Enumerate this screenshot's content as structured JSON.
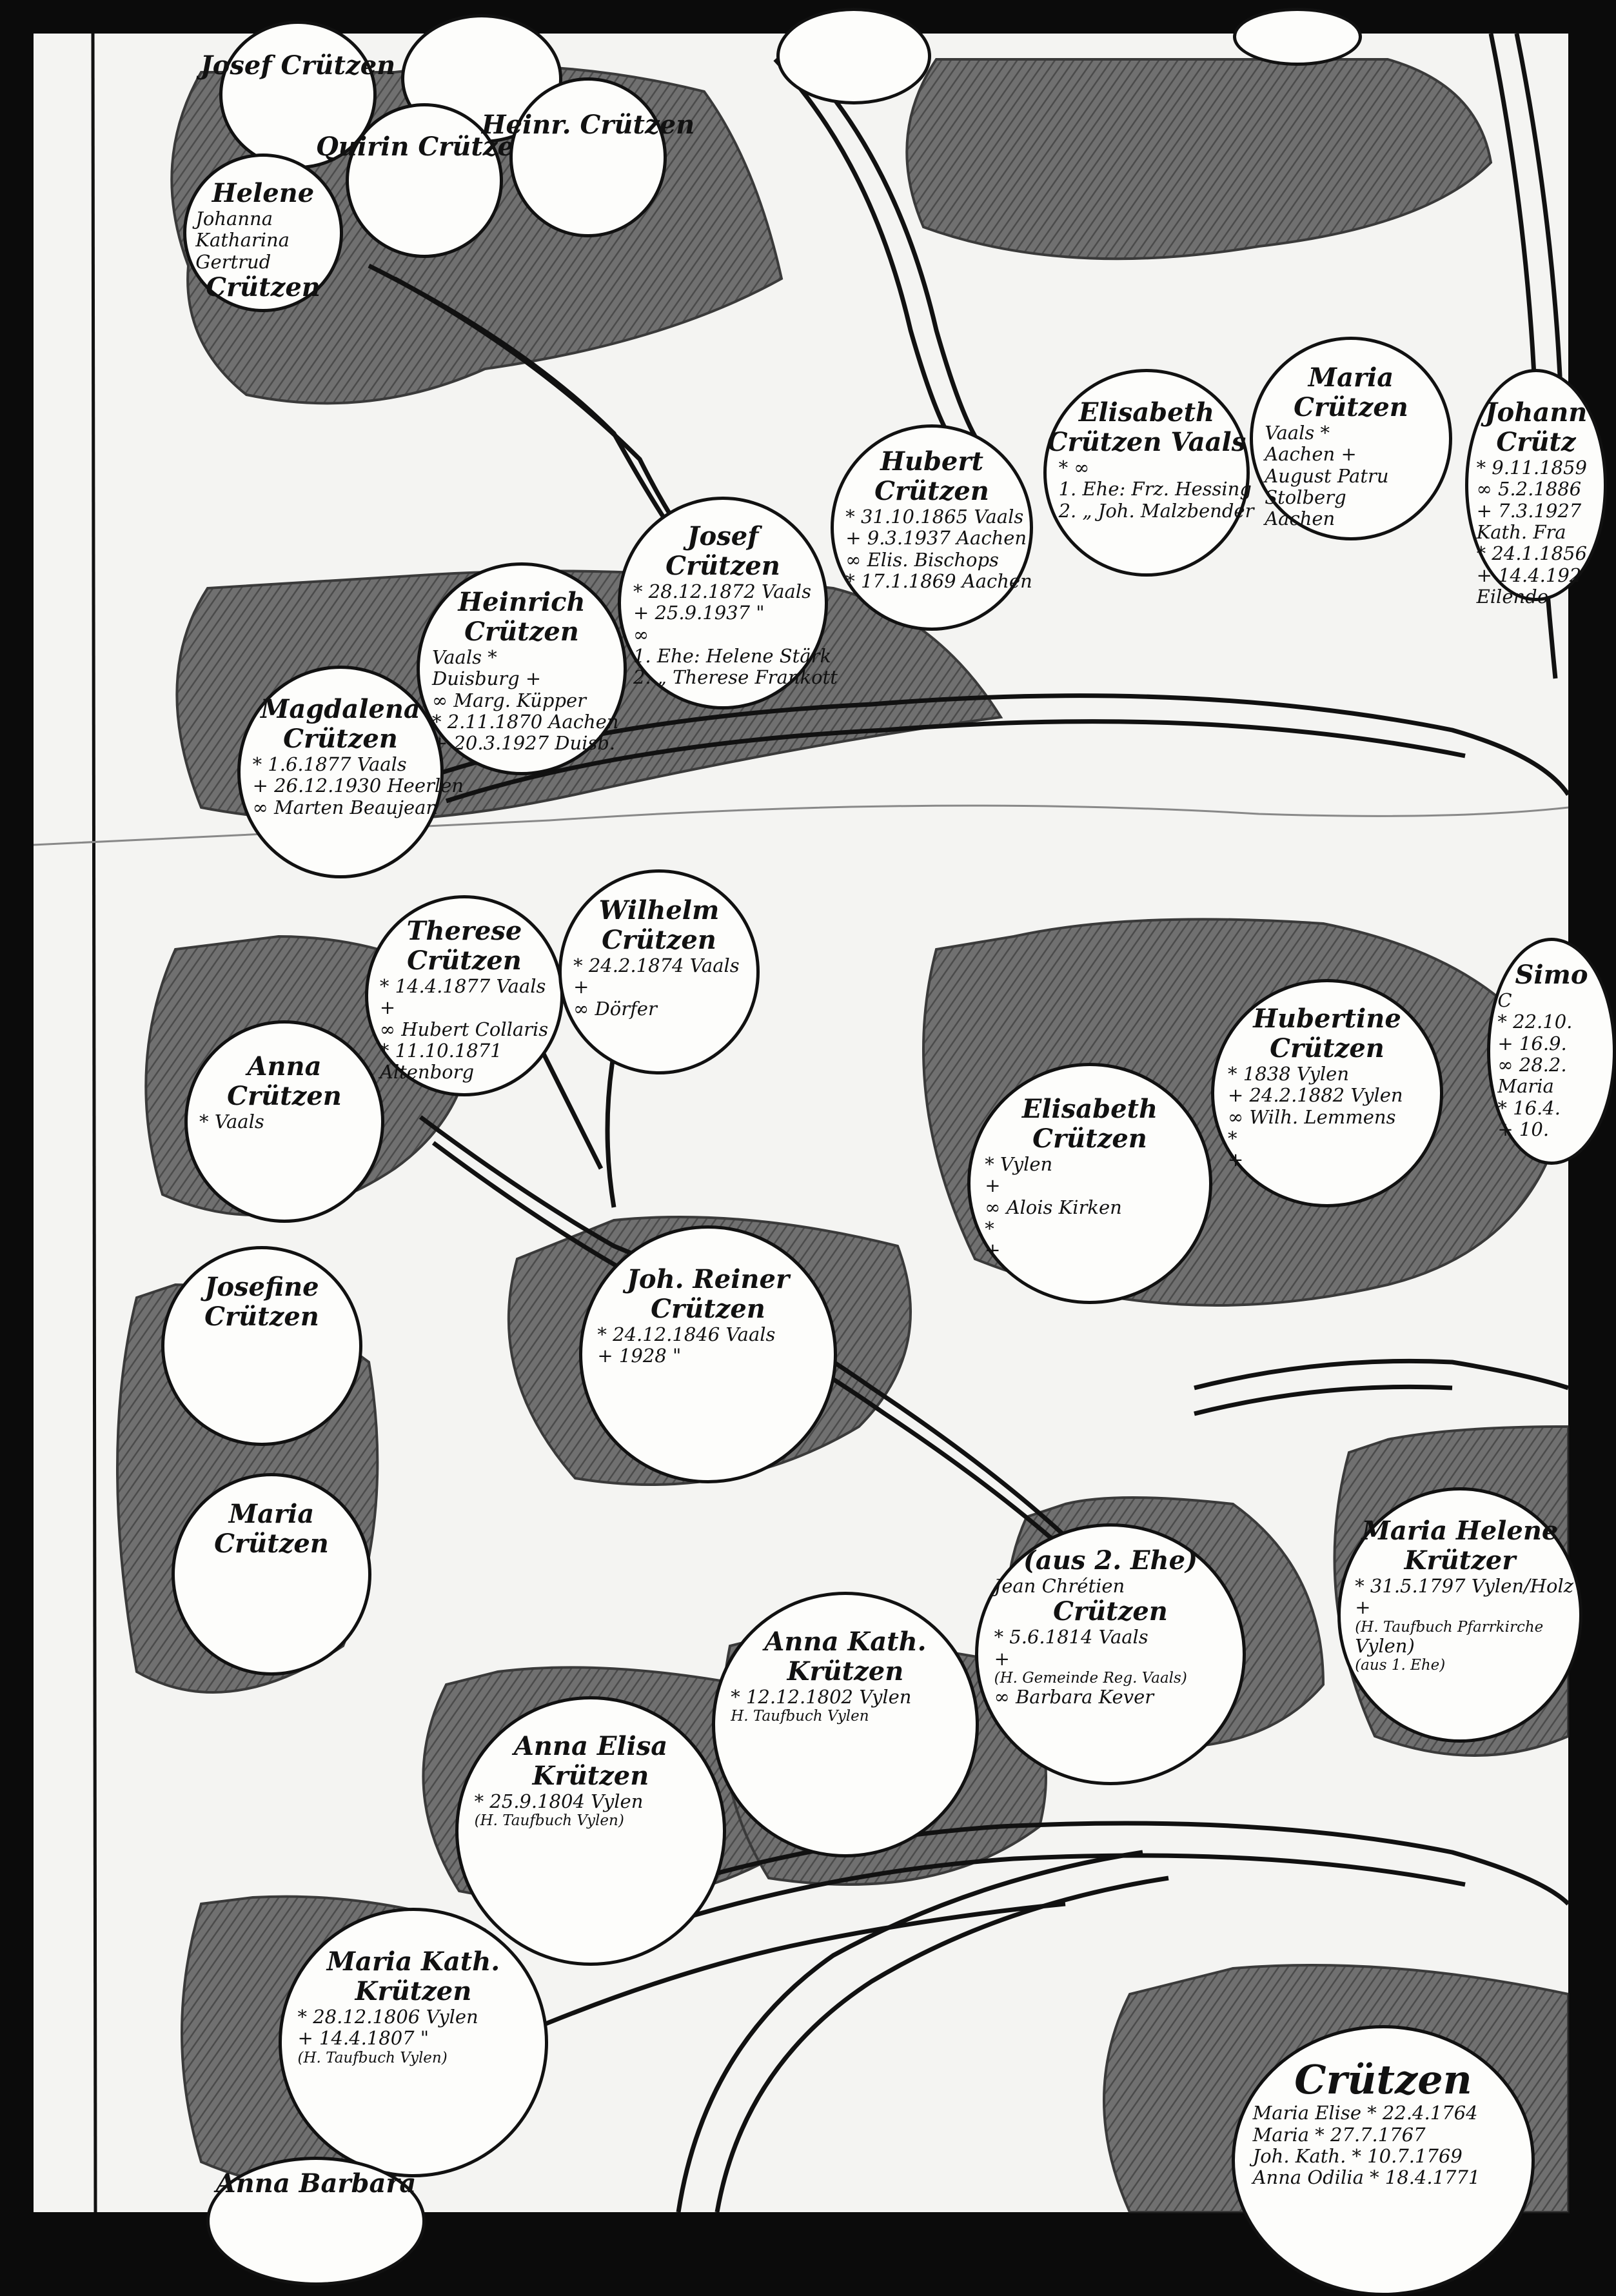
{
  "colors": {
    "background": "#0b0b0b",
    "paper": "#f4f4f2",
    "ink": "#111111",
    "foliage": "#4a4a4a",
    "foliage_dark": "#2b2b2b"
  },
  "nodes": [
    {
      "id": "josef-1",
      "lines": [
        "Josef Crützen"
      ]
    },
    {
      "id": "empty-top-a",
      "lines": []
    },
    {
      "id": "quirin",
      "lines": [
        "Quirin Crützen"
      ]
    },
    {
      "id": "heinr-top",
      "lines": [
        "Heinr. Crützen"
      ]
    },
    {
      "id": "helene",
      "lines": [
        "Helene",
        "Johanna",
        "Katharina",
        "Gertrud",
        "Crützen"
      ]
    },
    {
      "id": "empty-top-b",
      "lines": []
    },
    {
      "id": "empty-top-c",
      "lines": []
    },
    {
      "id": "maria-aug",
      "lines": [
        "Maria",
        "Crützen",
        "Vaals *",
        "Aachen +",
        "August Patru",
        "Stolberg",
        "Aachen"
      ]
    },
    {
      "id": "elisabeth-hessing",
      "lines": [
        "Elisabeth",
        "Crützen Vaals",
        "* ∞",
        "1. Ehe: Frz. Hessing",
        "2. „ Joh. Malzbender"
      ]
    },
    {
      "id": "hubert",
      "lines": [
        "Hubert",
        "Crützen",
        "* 31.10.1865 Vaals",
        "+ 9.3.1937 Aachen",
        "∞ Elis. Bischops",
        "* 17.1.1869 Aachen"
      ]
    },
    {
      "id": "johann",
      "lines": [
        "Johann",
        "Crütz",
        "* 9.11.1859",
        "∞ 5.2.1886",
        "+ 7.3.1927",
        "Kath. Fra",
        "* 24.1.1856",
        "+ 14.4.192",
        "Eilendo"
      ]
    },
    {
      "id": "josef-2",
      "lines": [
        "Josef",
        "Crützen",
        "* 28.12.1872 Vaals",
        "+ 25.9.1937 \"",
        "∞",
        "1. Ehe: Helene Stärk",
        "2. „ Therese Frankott"
      ]
    },
    {
      "id": "heinrich",
      "lines": [
        "Heinrich",
        "Crützen",
        "Vaals *",
        "Duisburg +",
        "∞ Marg. Küpper",
        "* 2.11.1870 Aachen",
        "+ 20.3.1927 Duisb."
      ]
    },
    {
      "id": "magdalena",
      "lines": [
        "Magdalena",
        "Crützen",
        "* 1.6.1877 Vaals",
        "+ 26.12.1930 Heerlen",
        "∞ Marten Beaujean"
      ]
    },
    {
      "id": "therese",
      "lines": [
        "Therese",
        "Crützen",
        "* 14.4.1877 Vaals",
        "+",
        "∞ Hubert Collaris",
        "* 11.10.1871",
        "Altenborg"
      ]
    },
    {
      "id": "wilhelm",
      "lines": [
        "Wilhelm",
        "Crützen",
        "* 24.2.1874 Vaals",
        "+",
        "∞ Dörfer"
      ]
    },
    {
      "id": "anna",
      "lines": [
        "Anna",
        "Crützen",
        "* Vaals"
      ]
    },
    {
      "id": "simon",
      "lines": [
        "Simo",
        "C",
        "* 22.10.",
        "+ 16.9.",
        "∞ 28.2.",
        "Maria",
        "* 16.4.",
        "+ 10."
      ]
    },
    {
      "id": "hubertine",
      "lines": [
        "Hubertine",
        "Crützen",
        "* 1838 Vylen",
        "+ 24.2.1882 Vylen",
        "∞ Wilh. Lemmens",
        "*",
        "+"
      ]
    },
    {
      "id": "elisabeth-kirken",
      "lines": [
        "Elisabeth",
        "Crützen",
        "* Vylen",
        "+",
        "∞ Alois Kirken",
        "*",
        "+"
      ]
    },
    {
      "id": "josefine",
      "lines": [
        "Josefine",
        "Crützen"
      ]
    },
    {
      "id": "joh-reiner",
      "lines": [
        "Joh. Reiner",
        "Crützen",
        "* 24.12.1846 Vaals",
        "+ 1928 \""
      ]
    },
    {
      "id": "maria-lower",
      "lines": [
        "Maria",
        "Crützen"
      ]
    },
    {
      "id": "maria-helene",
      "lines": [
        "Maria Helene",
        "Krützer",
        "* 31.5.1797 Vylen/Holz",
        "+",
        "(H. Taufbuch Pfarrkirche",
        "Vylen)",
        "(aus 1. Ehe)"
      ]
    },
    {
      "id": "jean-chretien",
      "lines": [
        "(aus 2. Ehe)",
        "Jean Chrétien",
        "Crützen",
        "* 5.6.1814 Vaals",
        "+",
        "(H. Gemeinde Reg. Vaals)",
        "∞ Barbara Kever"
      ]
    },
    {
      "id": "anna-kath",
      "lines": [
        "Anna Kath.",
        "Krützen",
        "* 12.12.1802 Vylen",
        "H. Taufbuch Vylen"
      ]
    },
    {
      "id": "anna-elisa",
      "lines": [
        "Anna Elisa",
        "Krützen",
        "* 25.9.1804 Vylen",
        "(H. Taufbuch Vylen)"
      ]
    },
    {
      "id": "maria-kath",
      "lines": [
        "Maria Kath.",
        "Krützen",
        "* 28.12.1806 Vylen",
        "+ 14.4.1807 \"",
        "(H. Taufbuch Vylen)"
      ]
    },
    {
      "id": "crutzen-list",
      "lines": [
        "Crützen",
        "Maria Elise * 22.4.1764",
        "Maria * 27.7.1767",
        "Joh. Kath. * 10.7.1769",
        "Anna Odilia * 18.4.1771"
      ]
    },
    {
      "id": "anna-barbara",
      "lines": [
        "Anna Barbara"
      ]
    }
  ]
}
